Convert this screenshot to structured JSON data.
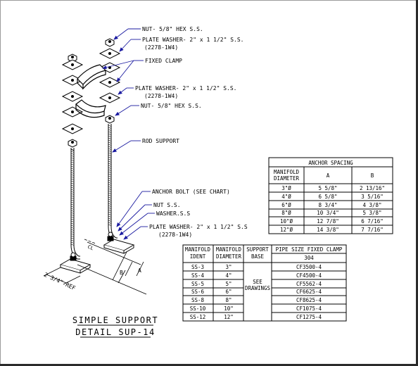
{
  "callouts": {
    "nut_top": "NUT- 5/8\" HEX S.S.",
    "washer_top_1": "PLATE WASHER- 2\" x 1 1/2\" S.S.",
    "washer_top_2": "(2278-1W4)",
    "fixed_clamp": "FIXED CLAMP",
    "washer_mid_1": "PLATE WASHER- 2\" x 1 1/2\" S.S.",
    "washer_mid_2": "(2278-1W4)",
    "nut_mid": "NUT- 5/8\" HEX S.S.",
    "rod_support": "ROD SUPPORT",
    "anchor_bolt": "ANCHOR BOLT (SEE CHART)",
    "nut_ss": "NUT S.S.",
    "washer_ss": "WASHER.S.S",
    "washer_low_1": "PLATE WASHER- 2\" x 1 1/2\" S.S",
    "washer_low_2": "(2278-1W4)"
  },
  "dims": {
    "a": "A",
    "b": "B",
    "cl": "CL",
    "ref": "2 3/4\" REF"
  },
  "anchor_table": {
    "title": "ANCHOR SPACING",
    "h1a": "MANIFOLD",
    "h1b": "DIAMETER",
    "h2": "A",
    "h3": "B",
    "rows": [
      [
        "3\"Ø",
        "5 5/8\"",
        "2 13/16\""
      ],
      [
        "4\"Ø",
        "6 5/8\"",
        "3 5/16\""
      ],
      [
        "6\"Ø",
        "8 3/4\"",
        "4 3/8\""
      ],
      [
        "8\"Ø",
        "10 3/4\"",
        "5 3/8\""
      ],
      [
        "10\"Ø",
        "12 7/8\"",
        "6 7/16\""
      ],
      [
        "12\"Ø",
        "14 3/8\"",
        "7 7/16\""
      ]
    ]
  },
  "clamp_table": {
    "h1a": "MANIFOLD",
    "h1b": "IDENT",
    "h2a": "MANIFOLD",
    "h2b": "DIAMETER",
    "h3a": "SUPPORT",
    "h3b": "BASE",
    "h4": "PIPE SIZE FIXED CLAMP",
    "h4sub": "304",
    "base_1": "SEE",
    "base_2": "DRAWINGS",
    "rows": [
      [
        "SS-3",
        "3\"",
        "CF3500-4"
      ],
      [
        "SS-4",
        "4\"",
        "CF4500-4"
      ],
      [
        "SS-5",
        "5\"",
        "CF5562-4"
      ],
      [
        "SS-6",
        "6\"",
        "CF6625-4"
      ],
      [
        "SS-8",
        "8\"",
        "CF8625-4"
      ],
      [
        "SS-10",
        "10\"",
        "CF1075-4"
      ],
      [
        "SS-12",
        "12\"",
        "CF1275-4"
      ]
    ]
  },
  "title": {
    "line1": "SIMPLE SUPPORT",
    "line2": "DETAIL SUP-14"
  }
}
